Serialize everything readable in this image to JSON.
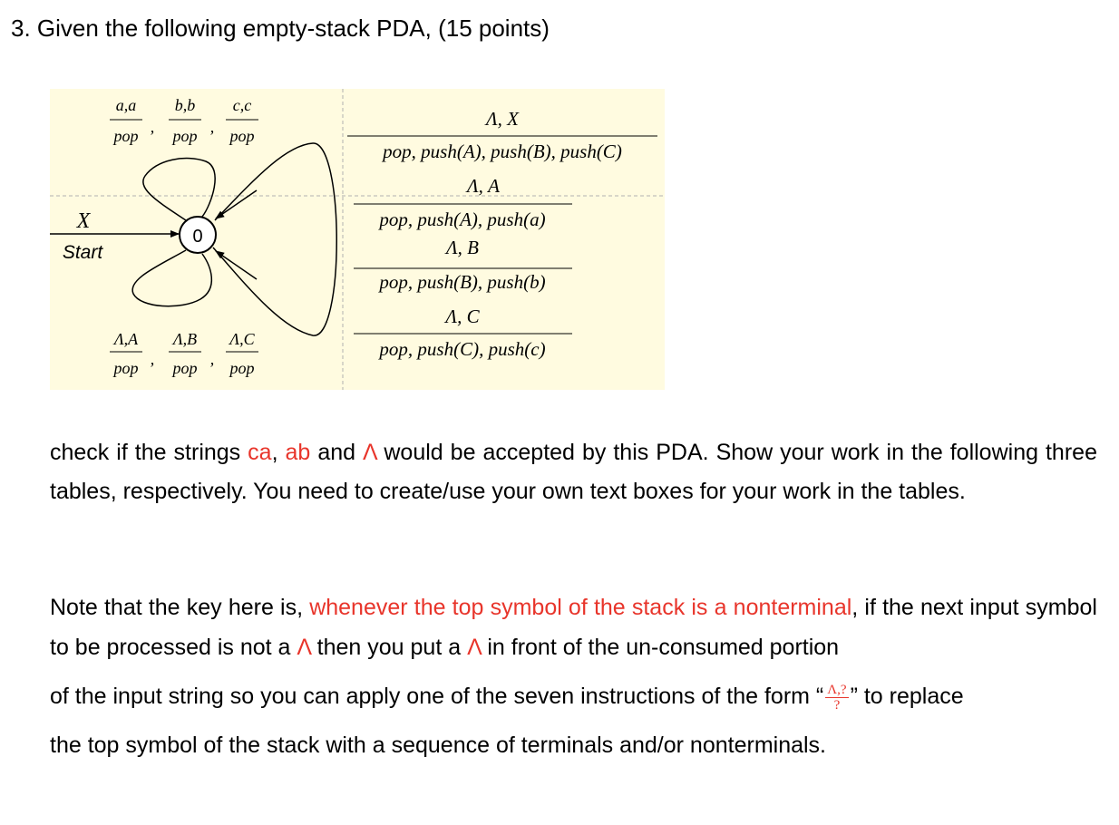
{
  "question": {
    "title": "3. Given the following empty-stack PDA, (15 points)"
  },
  "diagram": {
    "state": "0",
    "start_symbol": "X",
    "start_label": "Start",
    "top_loop": {
      "n1": "a,a",
      "d1": "pop",
      "n2": "b,b",
      "d2": "pop",
      "n3": "c,c",
      "d3": "pop",
      "sep": ","
    },
    "bottom_loop": {
      "n1": "Λ,A",
      "d1": "pop",
      "n2": "Λ,B",
      "d2": "pop",
      "n3": "Λ,C",
      "d3": "pop",
      "sep": ","
    },
    "instructions": [
      {
        "num": "Λ, X",
        "den": "pop, push(A), push(B), push(C)"
      },
      {
        "num": "Λ, A",
        "den": "pop, push(A), push(a)"
      },
      {
        "num": "Λ, B",
        "den": "pop, push(B), push(b)"
      },
      {
        "num": "Λ, C",
        "den": "pop, push(C), push(c)"
      }
    ]
  },
  "paragraph1": {
    "t1": "check if the strings ",
    "s1": "ca",
    "t2": ", ",
    "s2": "ab",
    "t3": " and ",
    "s3": "Λ",
    "t4": " would be accepted by this PDA. Show your work in the following three tables, respectively. You need to create/use your own text boxes for your work in the tables."
  },
  "paragraph2": {
    "t1": "Note that the key here is, ",
    "hl": "whenever the top symbol of the stack is a nonterminal",
    "t2": ", if the next input symbol to be processed is not a ",
    "lam1": "Λ",
    "t3": " then you put a ",
    "lam2": "Λ",
    "t4": " in front of the un-consumed portion",
    "t5": "of the input string so you can apply one of the seven instructions of the form “",
    "frac_num": "Λ,?",
    "frac_den": "?",
    "t6": "” to replace",
    "t7": "the top symbol of the stack with a sequence of terminals and/or nonterminals."
  }
}
